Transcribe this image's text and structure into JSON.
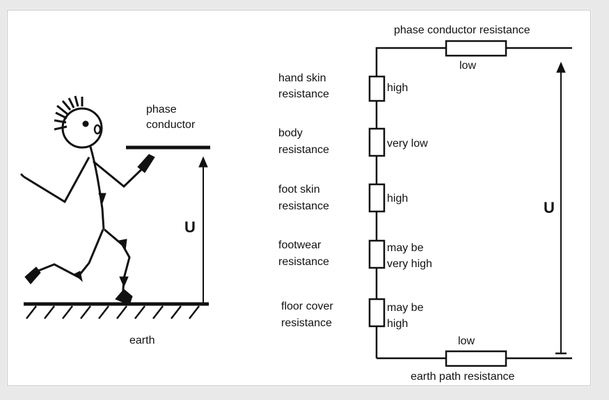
{
  "left": {
    "phase_line1": "phase",
    "phase_line2": "conductor",
    "voltage": "U",
    "earth": "earth"
  },
  "circuit": {
    "top_title": "phase conductor resistance",
    "top_value": "low",
    "voltage": "U",
    "bottom_value": "low",
    "bottom_title": "earth path resistance",
    "resistors": [
      {
        "name_line1": "hand skin",
        "name_line2": "resistance",
        "value_line1": "high",
        "value_line2": ""
      },
      {
        "name_line1": "body",
        "name_line2": "resistance",
        "value_line1": "very low",
        "value_line2": ""
      },
      {
        "name_line1": "foot skin",
        "name_line2": "resistance",
        "value_line1": "high",
        "value_line2": ""
      },
      {
        "name_line1": "footwear",
        "name_line2": "resistance",
        "value_line1": "may be",
        "value_line2": "very high"
      },
      {
        "name_line1": "floor cover",
        "name_line2": "resistance",
        "value_line1": "may be",
        "value_line2": "high"
      }
    ]
  }
}
